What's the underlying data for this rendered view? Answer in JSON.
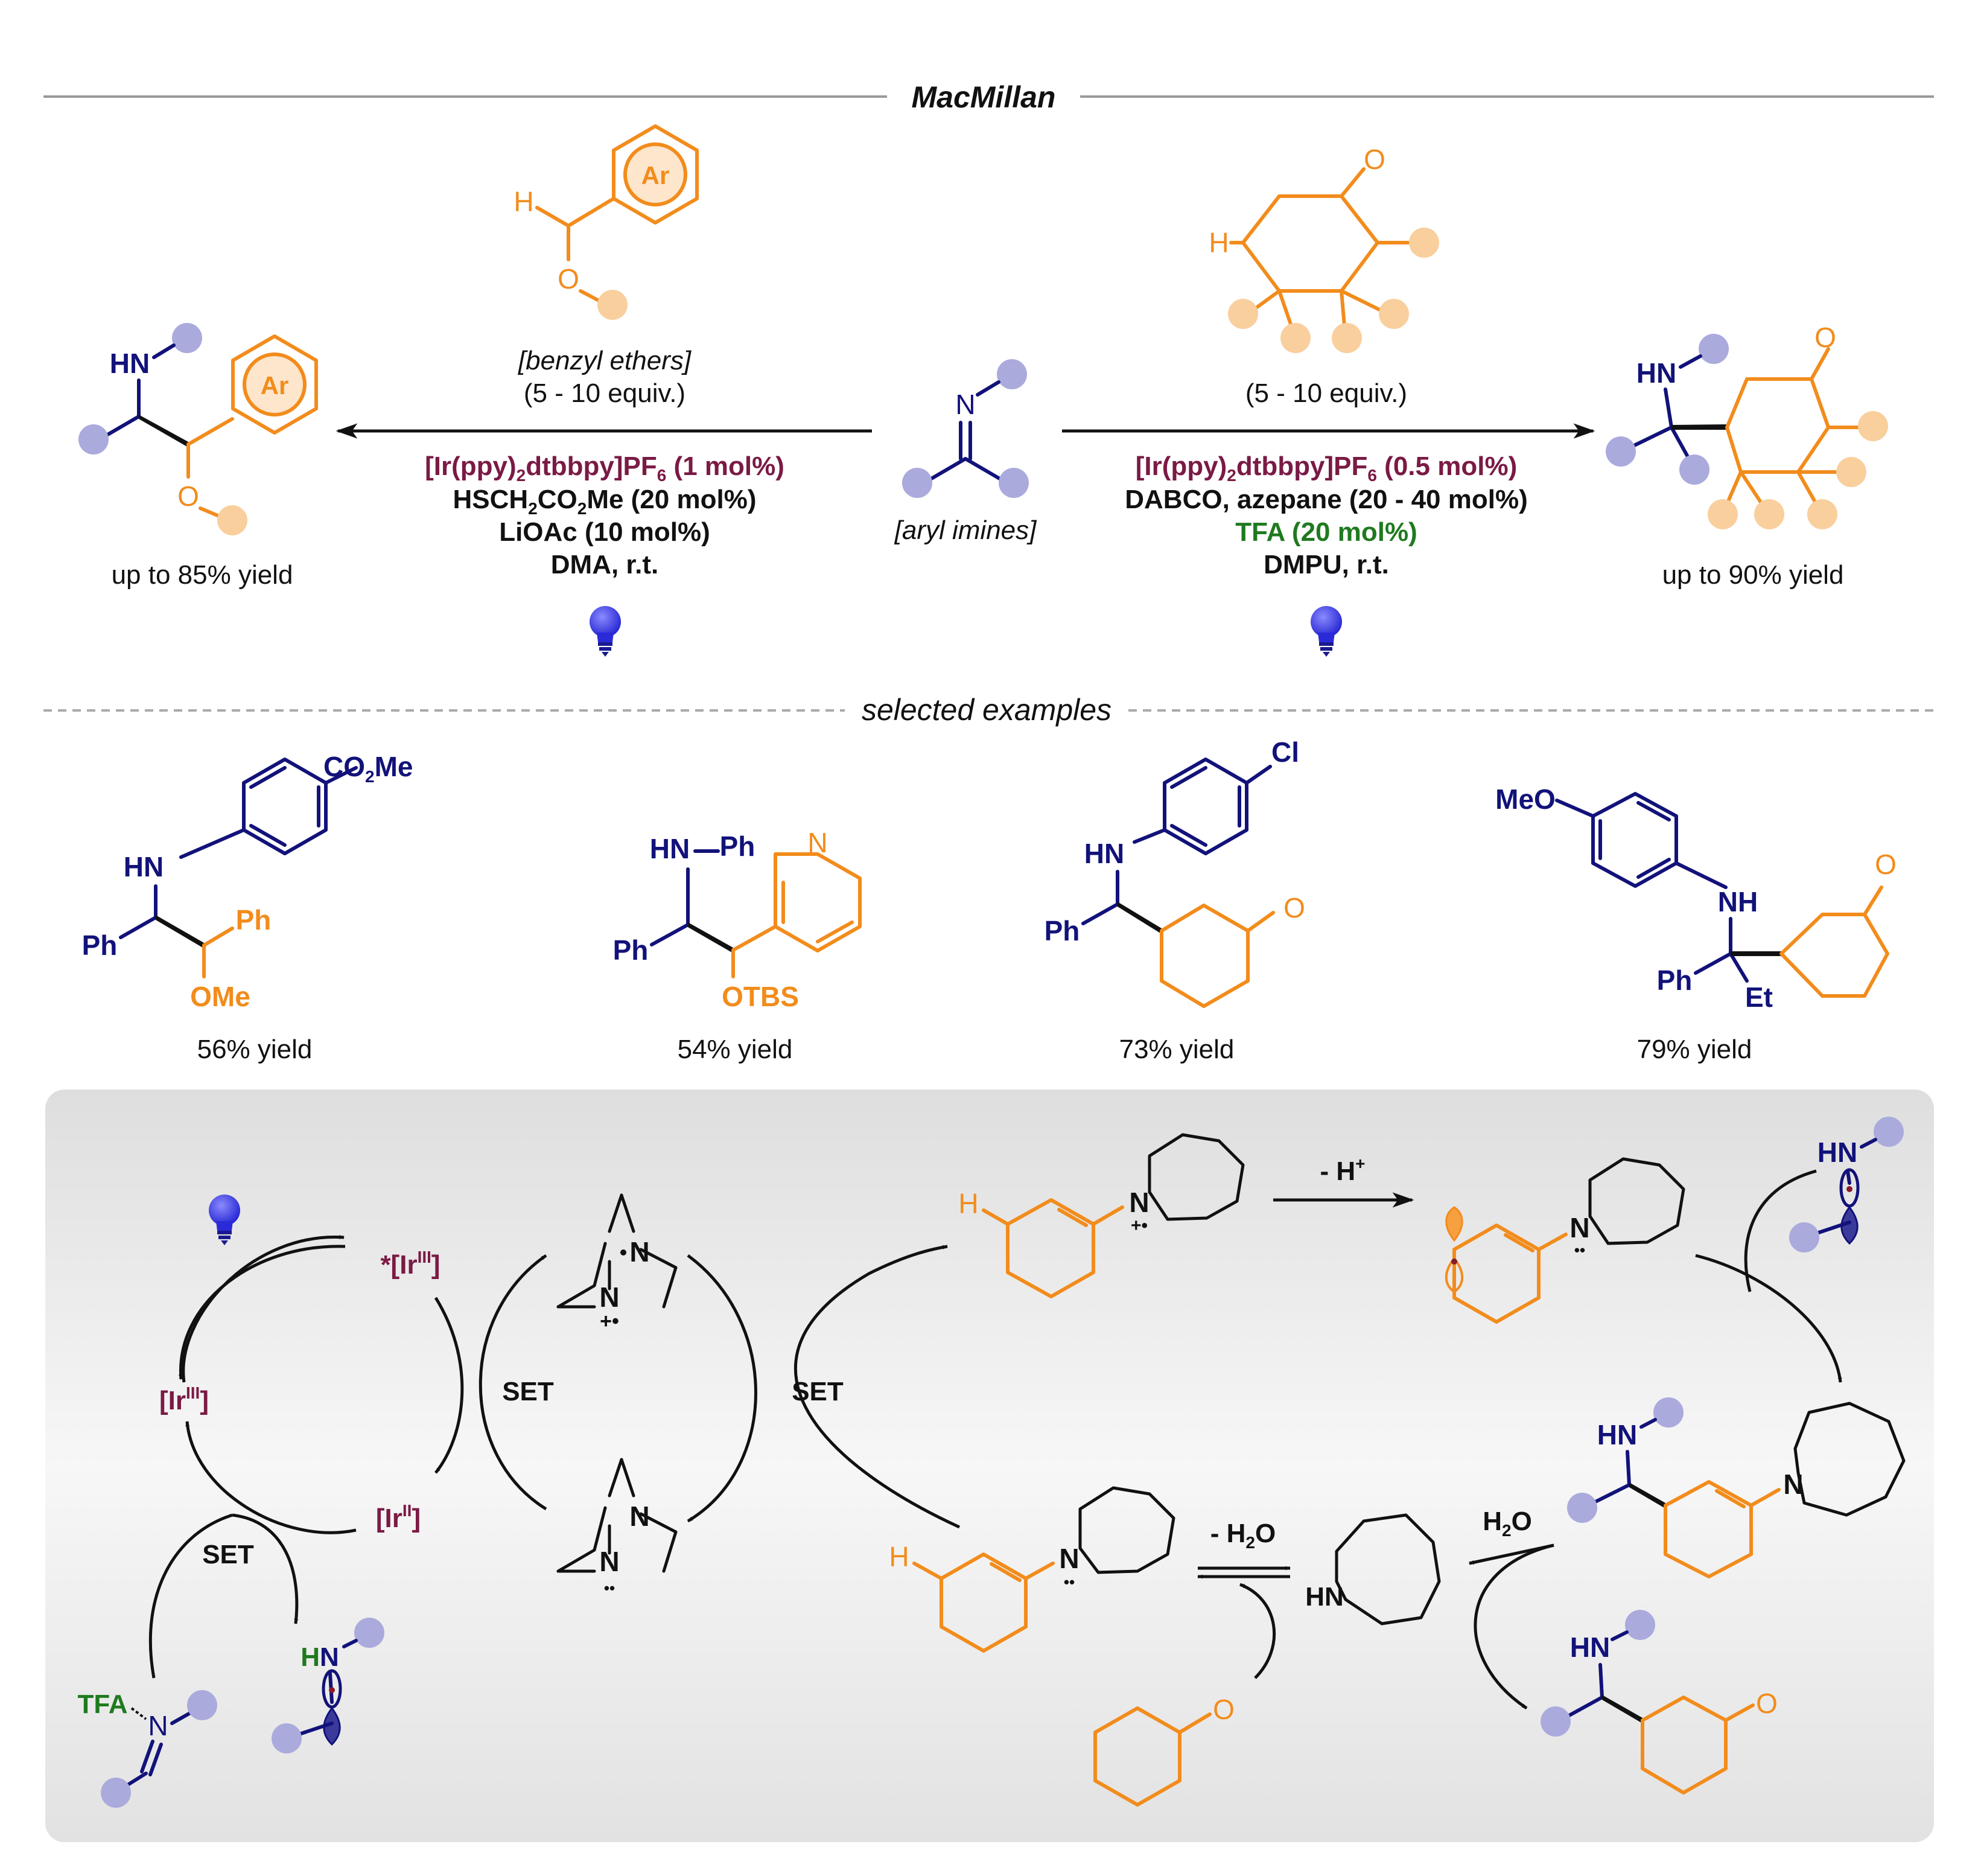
{
  "header": {
    "title": "MacMillan",
    "examples_label": "selected examples"
  },
  "left_reaction": {
    "substrate_label": "[benzyl ethers]",
    "equiv": "(5 - 10 equiv.)",
    "catalyst_a": "[Ir(ppy)",
    "catalyst_sub": "2",
    "catalyst_b": "dtbbpy]PF",
    "catalyst_sub2": "6",
    "catalyst_c": " (1 mol%)",
    "reagent1_a": "HSCH",
    "reagent1_sub": "2",
    "reagent1_b": "CO",
    "reagent1_sub2": "2",
    "reagent1_c": "Me (20 mol%)",
    "reagent2": "LiOAc (10 mol%)",
    "conditions": "DMA, r.t.",
    "yield": "up to 85% yield"
  },
  "center": {
    "substrate_label": "[aryl imines]"
  },
  "right_reaction": {
    "equiv": "(5 - 10 equiv.)",
    "catalyst_a": "[Ir(ppy)",
    "catalyst_sub": "2",
    "catalyst_b": "dtbbpy]PF",
    "catalyst_sub2": "6",
    "catalyst_c": " (0.5 mol%)",
    "reagent1": "DABCO, azepane (20 - 40 mol%)",
    "reagent2": "TFA (20 mol%)",
    "conditions": "DMPU, r.t.",
    "yield": "up to 90% yield"
  },
  "atoms": {
    "H": "H",
    "O": "O",
    "N": "N",
    "HN": "HN",
    "NH": "NH",
    "Ar": "Ar",
    "Ph": "Ph",
    "OMe": "OMe",
    "OTBS": "OTBS",
    "Cl": "Cl",
    "MeO": "MeO",
    "Et": "Et",
    "CO2Me_a": "CO",
    "CO2Me_sub": "2",
    "CO2Me_b": "Me",
    "TFA": "TFA",
    "plus_dot": "+•",
    "lone_pair": "••"
  },
  "examples": [
    {
      "yield": "56% yield"
    },
    {
      "yield": "54% yield"
    },
    {
      "yield": "73% yield"
    },
    {
      "yield": "79% yield"
    }
  ],
  "mechanism": {
    "ir_excited_a": "*[Ir",
    "ir_excited_sup": "III",
    "ir_excited_b": "]",
    "ir3_a": "[Ir",
    "ir3_sup": "III",
    "ir3_b": "]",
    "ir2_a": "[Ir",
    "ir2_sup": "II",
    "ir2_b": "]",
    "set1": "SET",
    "set2": "SET",
    "set3": "SET",
    "minus_h_a": "- H",
    "minus_h_sup": "+",
    "minus_h2o_a": "- H",
    "minus_h2o_sub": "2",
    "minus_h2o_b": "O",
    "h2o_a": "H",
    "h2o_sub": "2",
    "h2o_b": "O"
  },
  "colors": {
    "orange": "#f28c1c",
    "navy": "#12127a",
    "catalyst": "#7a1a45",
    "green": "#1f7a1f",
    "placeholder_purple": "#aaaadd",
    "placeholder_orange": "#f9cf9d",
    "bulb": "#3333ee",
    "panel": "#e6e6e6"
  },
  "icons": [
    "lightbulb-icon"
  ]
}
